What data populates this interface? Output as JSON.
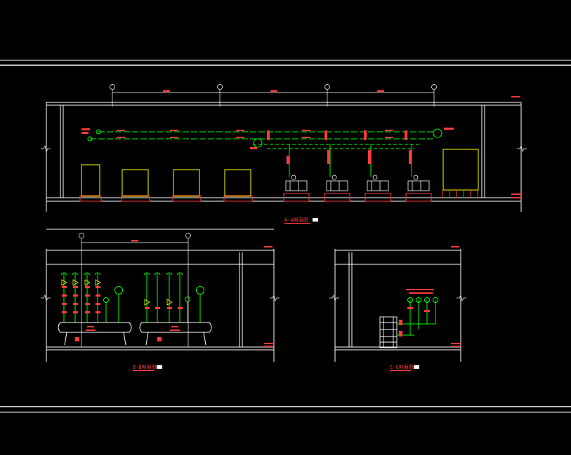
{
  "colors": {
    "background": "#000000",
    "line": "#ffffff",
    "pipe": "#00ff00",
    "annotation": "#ff0000",
    "equipment": "#ffff00",
    "axis_grey": "#cccccc"
  },
  "views": {
    "a_a": {
      "title": "A-A剖面图",
      "scale": ""
    },
    "b_b": {
      "title": "B-B剖面图",
      "scale": ""
    },
    "c_c": {
      "title": "C-C剖面图",
      "scale": ""
    }
  },
  "icons": {
    "axis_marker": "circle-axis-marker-icon",
    "elevation_mark": "elevation-triangle-icon",
    "pump": "pump-unit-icon",
    "gauge": "pressure-gauge-icon",
    "valve": "valve-icon"
  }
}
